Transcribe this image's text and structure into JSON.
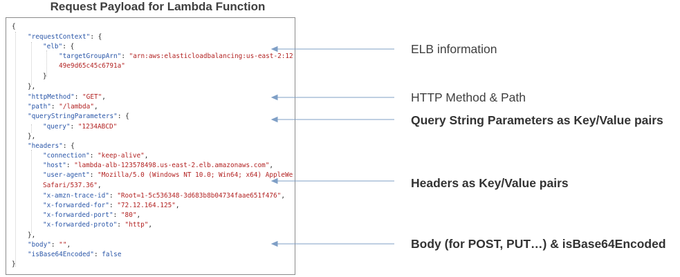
{
  "title": "Request Payload for Lambda Function",
  "code": {
    "open_brace": "{",
    "rc_key": "\"requestContext\"",
    "rc_rest": ": {",
    "elb_key": "\"elb\"",
    "elb_rest": ": {",
    "tga_key": "\"targetGroupArn\"",
    "tga_sep": ": ",
    "tga_val": "\"arn:aws:elasticloadbalancing:us-east-2:12",
    "tga_val_cont": "49e9d65c45c6791a\"",
    "close_inner": "}",
    "close_rc": "},",
    "method_key": "\"httpMethod\"",
    "method_sep": ": ",
    "method_val": "\"GET\"",
    "method_end": ",",
    "path_key": "\"path\"",
    "path_sep": ": ",
    "path_val": "\"/lambda\"",
    "path_end": ",",
    "qsp_key": "\"queryStringParameters\"",
    "qsp_rest": ": {",
    "query_key": "\"query\"",
    "query_sep": ": ",
    "query_val": "\"1234ABCD\"",
    "close_qsp": "},",
    "headers_key": "\"headers\"",
    "headers_rest": ": {",
    "h_conn_key": "\"connection\"",
    "h_conn_val": "\"keep-alive\"",
    "h_host_key": "\"host\"",
    "h_host_val": "\"lambda-alb-123578498.us-east-2.elb.amazonaws.com\"",
    "h_ua_key": "\"user-agent\"",
    "h_ua_val": "\"Mozilla/5.0 (Windows NT 10.0; Win64; x64) AppleWe",
    "h_ua_cont": "Safari/537.36\"",
    "h_trace_key": "\"x-amzn-trace-id\"",
    "h_trace_val": "\"Root=1-5c536348-3d683b8b04734faae651f476\"",
    "h_xff_key": "\"x-forwarded-for\"",
    "h_xff_val": "\"72.12.164.125\"",
    "h_port_key": "\"x-forwarded-port\"",
    "h_port_val": "\"80\"",
    "h_proto_key": "\"x-forwarded-proto\"",
    "h_proto_val": "\"http\"",
    "close_headers": "},",
    "body_key": "\"body\"",
    "body_val": "\"\"",
    "b64_key": "\"isBase64Encoded\"",
    "b64_val": "false",
    "close_brace": "}",
    "sep": ": ",
    "comma": ","
  },
  "annotations": {
    "elb": "ELB information",
    "method": "HTTP Method & Path",
    "query": "Query String Parameters as Key/Value pairs",
    "headers": "Headers as Key/Value pairs",
    "body": "Body (for POST, PUT…) & isBase64Encoded"
  },
  "colors": {
    "key": "#2a56a8",
    "string": "#b22222",
    "arrow": "#7f9fc6",
    "label": "#404040"
  }
}
